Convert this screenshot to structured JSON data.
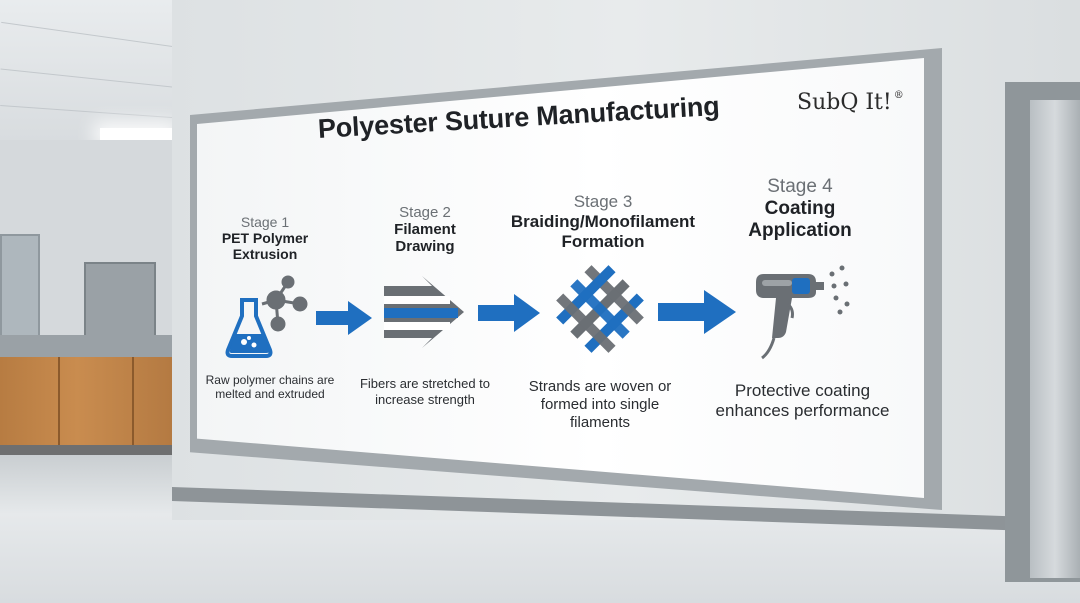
{
  "sign": {
    "brand": "SubQ It!",
    "brand_mark": "®",
    "title": "Polyester Suture Manufacturing",
    "stages": [
      {
        "number": "Stage 1",
        "name_lines": [
          "PET Polymer",
          "Extrusion"
        ],
        "icon": "flask-molecule-icon",
        "description_lines": [
          "Raw polymer chains are",
          "melted and extruded"
        ]
      },
      {
        "number": "Stage 2",
        "name_lines": [
          "Filament",
          "Drawing"
        ],
        "icon": "drawing-arrows-icon",
        "description_lines": [
          "Fibers are stretched to",
          "increase strength"
        ]
      },
      {
        "number": "Stage 3",
        "name_lines": [
          "Braiding/Monofilament",
          "Formation"
        ],
        "icon": "braid-icon",
        "description_lines": [
          "Strands are woven or",
          "formed into single",
          "filaments"
        ]
      },
      {
        "number": "Stage 4",
        "name_lines": [
          "Coating",
          "Application"
        ],
        "icon": "spray-gun-icon",
        "description_lines": [
          "Protective coating",
          "enhances performance"
        ]
      }
    ],
    "colors": {
      "accent_blue": "#1f6fc0",
      "icon_gray": "#6a6f74",
      "text_dark": "#1f2226"
    }
  }
}
